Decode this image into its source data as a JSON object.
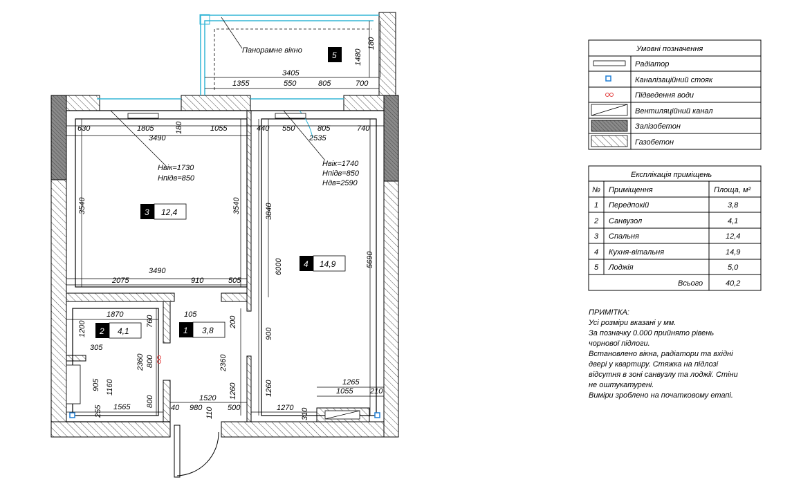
{
  "colors": {
    "line": "#000000",
    "window": "#33b5d6",
    "stack": "#1e7fd6",
    "water": "#e23c3c",
    "concrete": "#808080",
    "background": "#ffffff"
  },
  "legend": {
    "title": "Умовні позначення",
    "items": [
      {
        "symbol": "radiator-icon",
        "label": "Радіатор"
      },
      {
        "symbol": "sewer-stack-icon",
        "label": "Каналізаційний стояк"
      },
      {
        "symbol": "water-supply-icon",
        "label": "Підведення води"
      },
      {
        "symbol": "ventilation-duct-icon",
        "label": "Вентиляційний канал"
      },
      {
        "symbol": "reinforced-concrete-icon",
        "label": "Залізобетон"
      },
      {
        "symbol": "aerated-concrete-icon",
        "label": "Газобетон"
      }
    ]
  },
  "explication": {
    "title": "Експлікація приміщень",
    "headers": {
      "num": "№",
      "room": "Приміщення",
      "area": "Площа, м²"
    },
    "rows": [
      {
        "num": "1",
        "room": "Передпокій",
        "area": "3,8"
      },
      {
        "num": "2",
        "room": "Санвузол",
        "area": "4,1"
      },
      {
        "num": "3",
        "room": "Спальня",
        "area": "12,4"
      },
      {
        "num": "4",
        "room": "Кухня-вітальня",
        "area": "14,9"
      },
      {
        "num": "5",
        "room": "Лоджія",
        "area": "5,0"
      }
    ],
    "total_label": "Всього",
    "total_value": "40,2"
  },
  "note": {
    "title": "ПРИМІТКА:",
    "lines": [
      "Усі розміри вказані у мм.",
      "За позначку 0.000 прийнято рівень",
      "чорнової підлоги.",
      "Встановлено вікна, радіатори та вхідні",
      "двері у квартиру. Стяжка на підлозі",
      "відсутня в зоні санвузлу та лоджії.  Стіни",
      "не оштукатурені.",
      "Виміри зроблено на початковому етапі."
    ]
  },
  "rooms": [
    {
      "num": "1",
      "area": "3,8"
    },
    {
      "num": "2",
      "area": "4,1"
    },
    {
      "num": "3",
      "area": "12,4"
    },
    {
      "num": "4",
      "area": "14,9"
    },
    {
      "num": "5",
      "area": ""
    }
  ],
  "plan_labels": {
    "panoramic_window": "Панорамне вікно",
    "h3": [
      "Hвік=1730",
      "Hпідв=850"
    ],
    "h4": [
      "Hвік=1740",
      "Hпідв=850",
      "Hдв=2590"
    ]
  },
  "dimensions": {
    "loggia_total": "3405",
    "loggia_parts": [
      "1355",
      "550",
      "805",
      "700"
    ],
    "loggia_depth": [
      "1480",
      "180"
    ],
    "top_row": [
      "630",
      "1805",
      "180",
      "1055",
      "440",
      "550",
      "805",
      "740"
    ],
    "bedroom_width": "3490",
    "kitchen_part": "2535",
    "bedroom_height": "3540",
    "kitchen_heights": [
      "3840",
      "6000",
      "5690",
      "900",
      "200",
      "1260",
      "2360"
    ],
    "bedroom_bottom": "3490",
    "bedroom_bottom_parts": [
      "2075",
      "910",
      "505"
    ],
    "bath": [
      "1870",
      "1200",
      "305",
      "905",
      "1160",
      "255",
      "1565",
      "760",
      "800",
      "800",
      "2360"
    ],
    "hall": [
      "105",
      "1520",
      "40",
      "980",
      "110",
      "500"
    ],
    "kitchen_bottom": [
      "1265",
      "1055",
      "210",
      "1270",
      "310"
    ]
  }
}
